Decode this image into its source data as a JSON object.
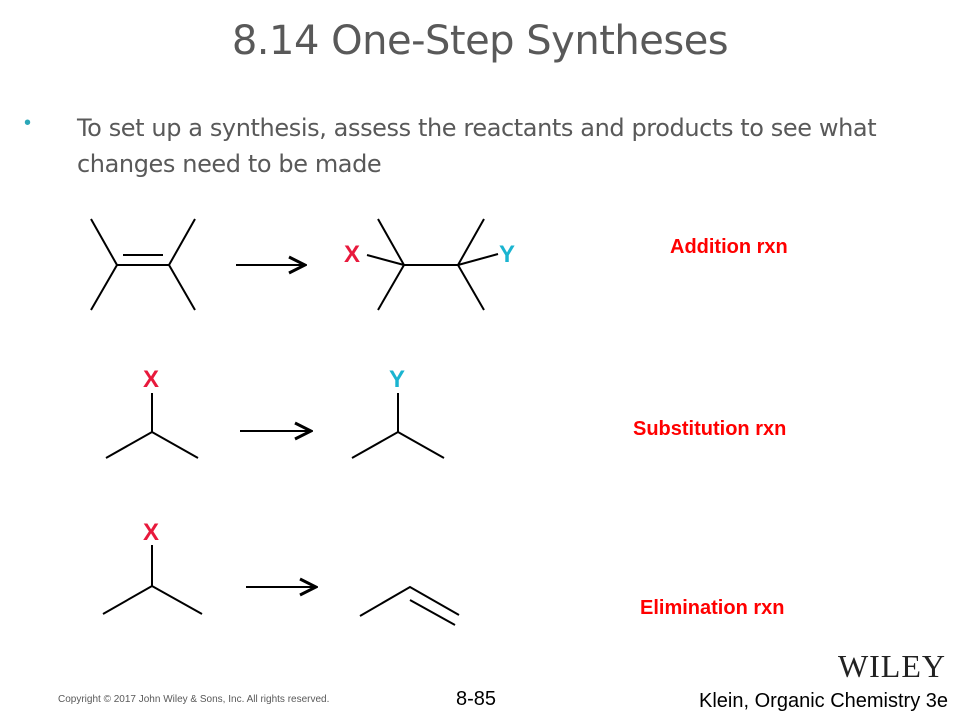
{
  "title": "8.14 One-Step Syntheses",
  "bullet": "To set up a synthesis, assess the reactants and products to see what changes need to be made",
  "reactions": [
    {
      "label": "Addition rxn",
      "atoms": [
        "X",
        "Y"
      ]
    },
    {
      "label": "Substitution rxn",
      "atoms": [
        "X",
        "Y"
      ]
    },
    {
      "label": "Elimination rxn",
      "atoms": [
        "X"
      ]
    }
  ],
  "colors": {
    "x": "#e8193c",
    "y": "#1ab4d0",
    "label": "#ff0000"
  },
  "footer": {
    "copyright": "Copyright © 2017 John Wiley & Sons, Inc. All rights reserved.",
    "page": "8-85",
    "book": "Klein, Organic Chemistry 3e",
    "logo": "WILEY"
  }
}
